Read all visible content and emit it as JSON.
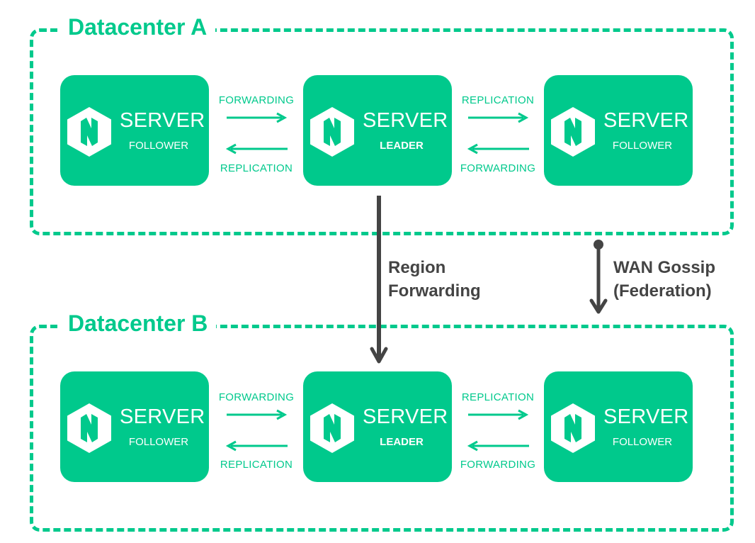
{
  "datacenters": [
    {
      "title": "Datacenter A",
      "servers": [
        {
          "title": "SERVER",
          "role": "FOLLOWER"
        },
        {
          "title": "SERVER",
          "role": "LEADER"
        },
        {
          "title": "SERVER",
          "role": "FOLLOWER"
        }
      ],
      "links": [
        {
          "top": "FORWARDING",
          "bottom": "REPLICATION"
        },
        {
          "top": "REPLICATION",
          "bottom": "FORWARDING"
        }
      ]
    },
    {
      "title": "Datacenter B",
      "servers": [
        {
          "title": "SERVER",
          "role": "FOLLOWER"
        },
        {
          "title": "SERVER",
          "role": "LEADER"
        },
        {
          "title": "SERVER",
          "role": "FOLLOWER"
        }
      ],
      "links": [
        {
          "top": "FORWARDING",
          "bottom": "REPLICATION"
        },
        {
          "top": "REPLICATION",
          "bottom": "FORWARDING"
        }
      ]
    }
  ],
  "region_forwarding": {
    "line1": "Region",
    "line2": "Forwarding"
  },
  "wan_gossip": {
    "line1": "WAN Gossip",
    "line2": "(Federation)"
  },
  "colors": {
    "accent": "#00c98c",
    "connector": "#444444",
    "background": "#ffffff"
  },
  "icons": {
    "server_logo": "nomad-hexagon-logo-icon"
  }
}
